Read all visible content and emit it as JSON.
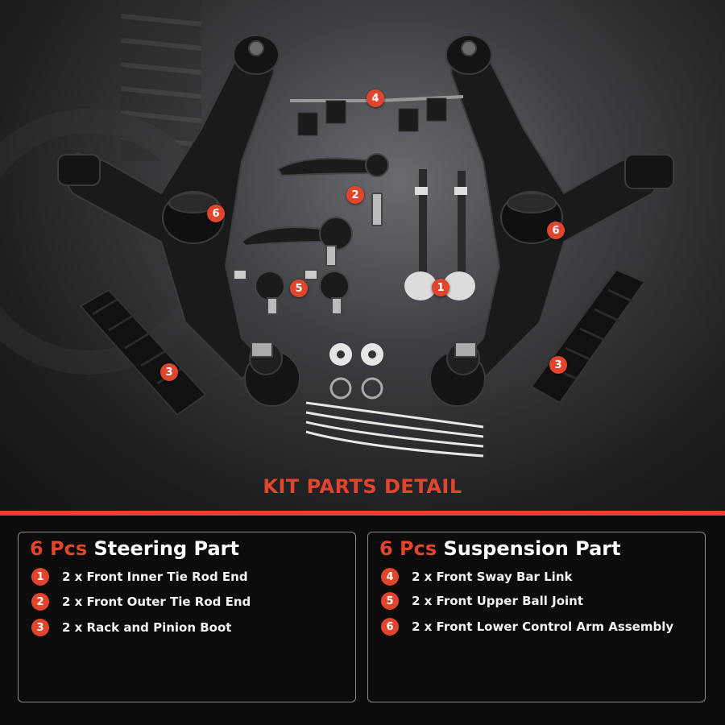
{
  "kit_title": "KIT PARTS DETAIL",
  "callouts": [
    "1",
    "2",
    "3",
    "4",
    "5",
    "6"
  ],
  "accent_color": "#e2452d",
  "panels": {
    "steering": {
      "count": "6 Pcs",
      "label": "Steering Part",
      "items": [
        {
          "num": "1",
          "text": "2 x Front Inner Tie Rod End"
        },
        {
          "num": "2",
          "text": "2 x Front Outer Tie Rod End"
        },
        {
          "num": "3",
          "text": "2 x Rack and Pinion Boot"
        }
      ]
    },
    "suspension": {
      "count": "6 Pcs",
      "label": "Suspension Part",
      "items": [
        {
          "num": "4",
          "text": "2 x Front Sway Bar Link"
        },
        {
          "num": "5",
          "text": "2 x Front Upper Ball Joint"
        },
        {
          "num": "6",
          "text": "2 x Front Lower Control Arm Assembly"
        }
      ]
    }
  }
}
